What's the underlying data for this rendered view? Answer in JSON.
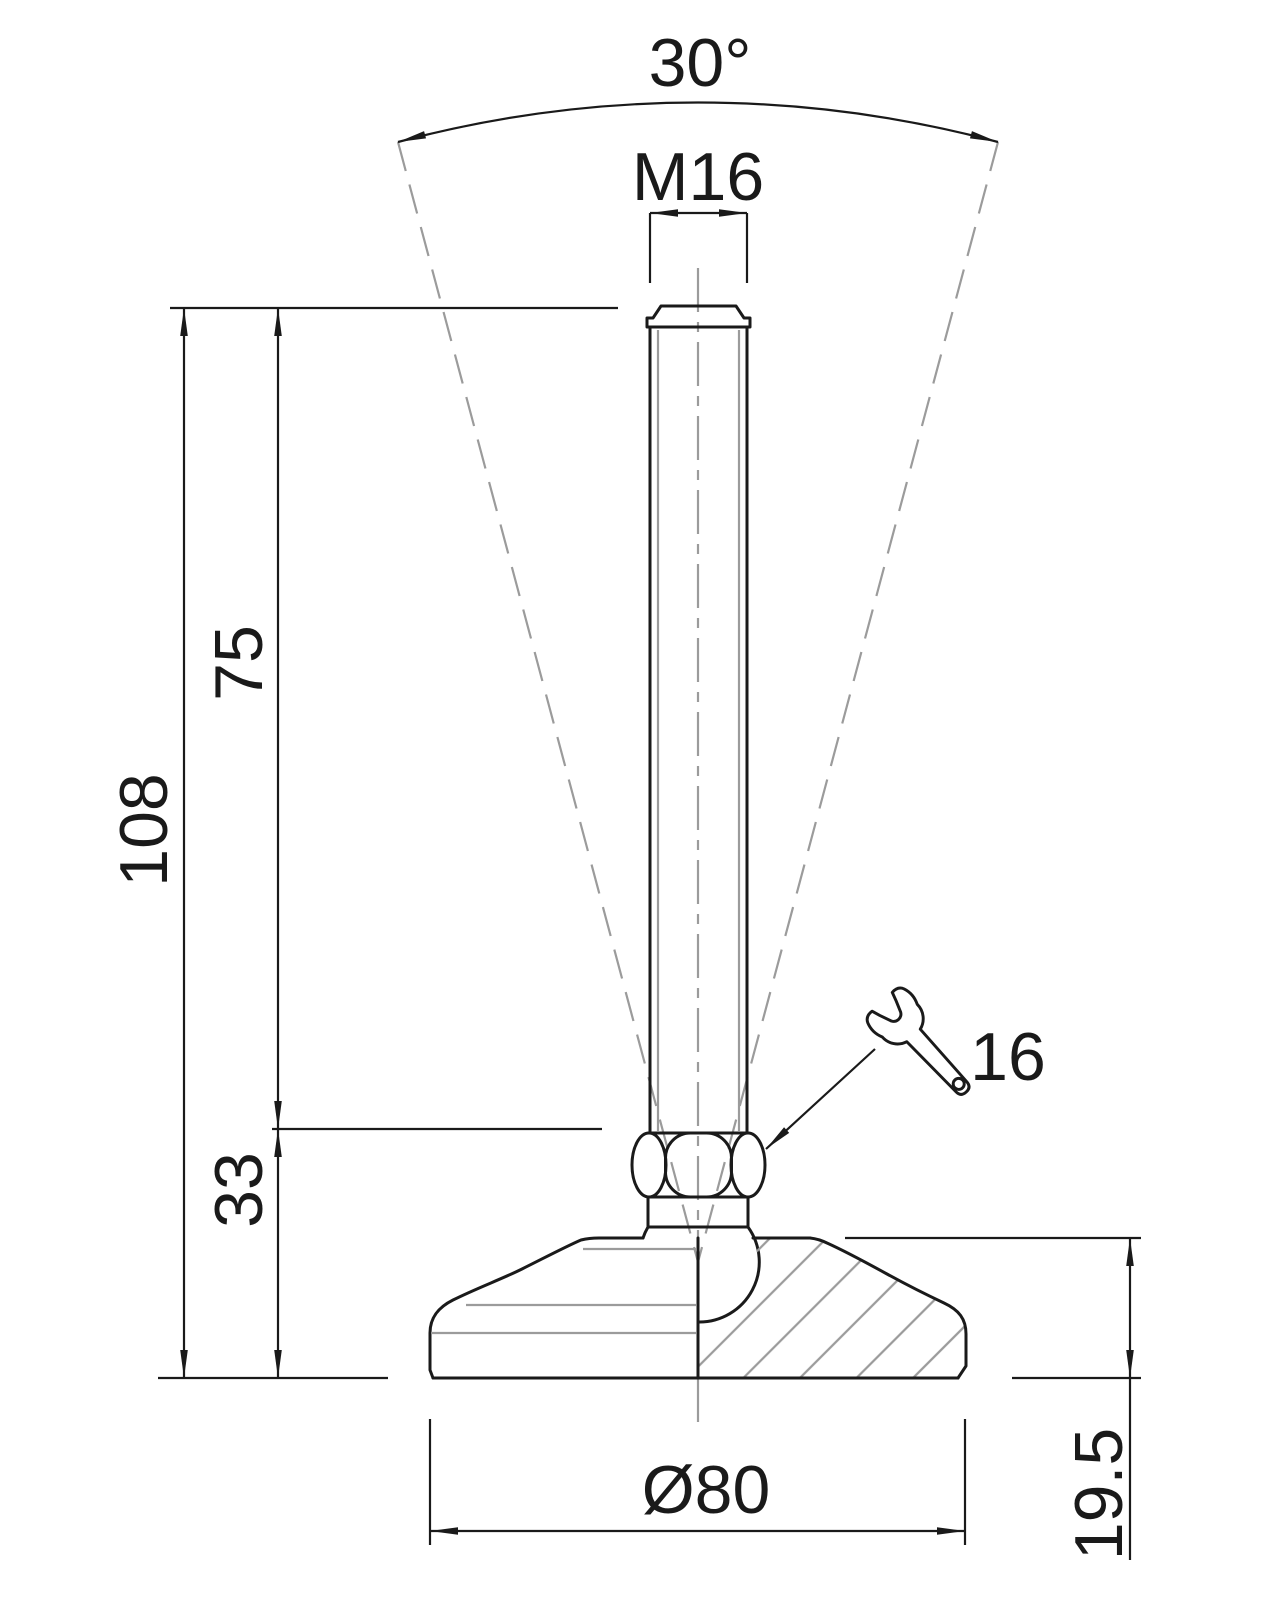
{
  "drawing": {
    "title": "Adjustable levelling foot - dimensioned technical drawing",
    "angle_label": "30°",
    "thread_label": "M16",
    "overall_height": "108",
    "rod_length": "75",
    "lower_height": "33",
    "wrench_size": "16",
    "base_diameter": "Ø80",
    "plate_height": "19.5"
  },
  "colors": {
    "line": "#1a1a1a",
    "gray": "#9b9b9b",
    "background": "#ffffff"
  }
}
